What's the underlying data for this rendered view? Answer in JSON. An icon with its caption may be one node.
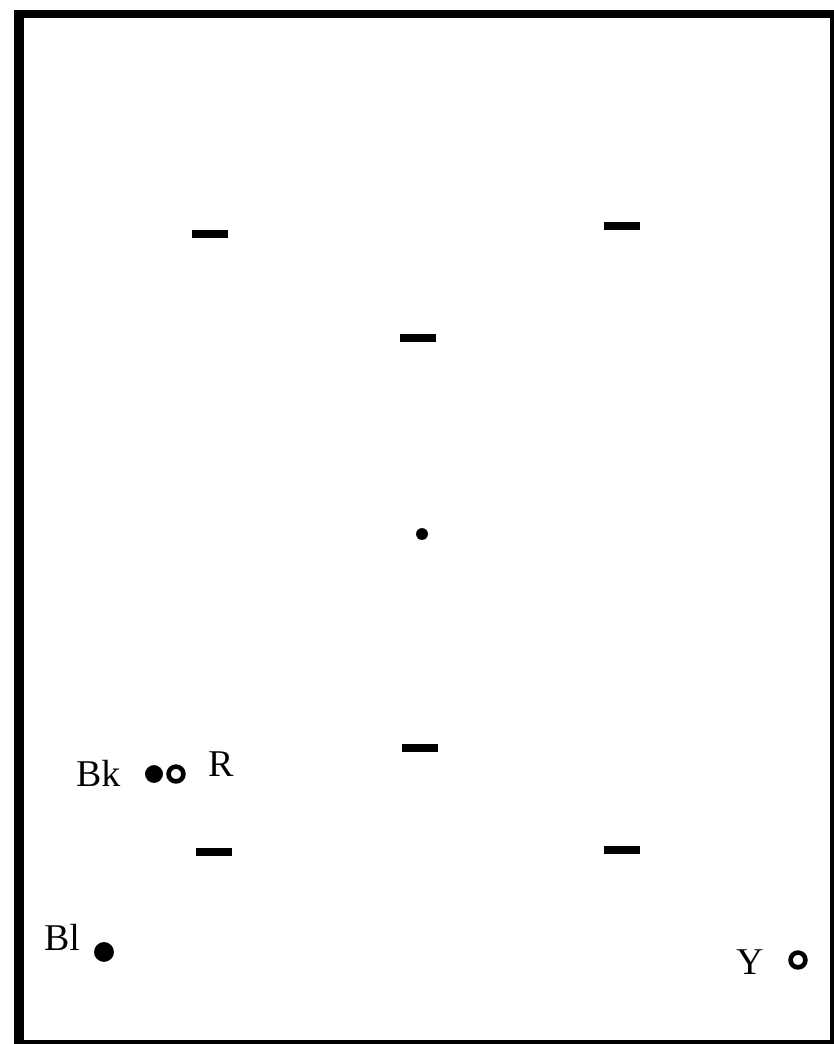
{
  "diagram": {
    "labels": [
      "Bk",
      "R",
      "Bl",
      "Y"
    ]
  }
}
